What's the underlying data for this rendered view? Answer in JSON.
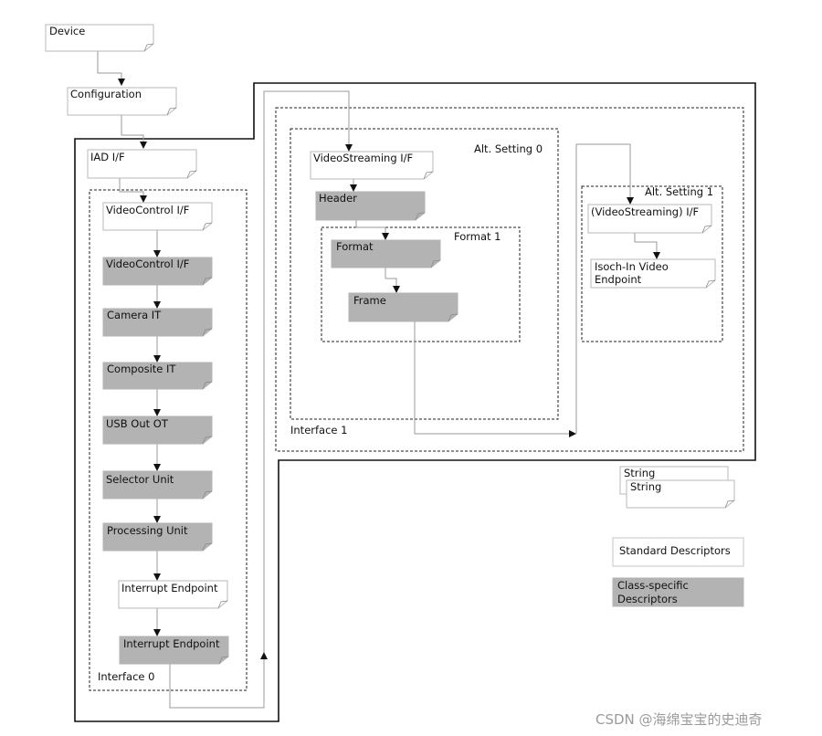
{
  "descriptors": {
    "device": "Device",
    "configuration": "Configuration",
    "iad_if": "IAD I/F",
    "videocontrol_if": "VideoControl I/F",
    "videocontrol_cs": "VideoControl I/F",
    "camera_it": "Camera IT",
    "composite_it": "Composite IT",
    "usb_out_ot": "USB Out OT",
    "selector_unit": "Selector Unit",
    "processing_unit": "Processing Unit",
    "interrupt_endpoint_std": "Interrupt Endpoint",
    "interrupt_endpoint_cs": "Interrupt Endpoint",
    "videostreaming_if": "VideoStreaming I/F",
    "header": "Header",
    "format": "Format",
    "frame": "Frame",
    "videostreaming_alt1": "(VideoStreaming) I/F",
    "isoch_in_line1": "Isoch-In Video",
    "isoch_in_line2": "Endpoint",
    "string_back": "String",
    "string_front": "String"
  },
  "groups": {
    "interface0": "Interface 0",
    "interface1": "Interface 1",
    "alt_setting0": "Alt. Setting 0",
    "alt_setting1": "Alt. Setting 1",
    "format1": "Format 1"
  },
  "legend": {
    "standard": "Standard Descriptors",
    "class_specific_line1": "Class-specific",
    "class_specific_line2": "Descriptors"
  },
  "colors": {
    "standard_fill": "#ffffff",
    "class_specific_fill": "#b3b3b3"
  },
  "watermark": "CSDN @海绵宝宝的史迪奇"
}
